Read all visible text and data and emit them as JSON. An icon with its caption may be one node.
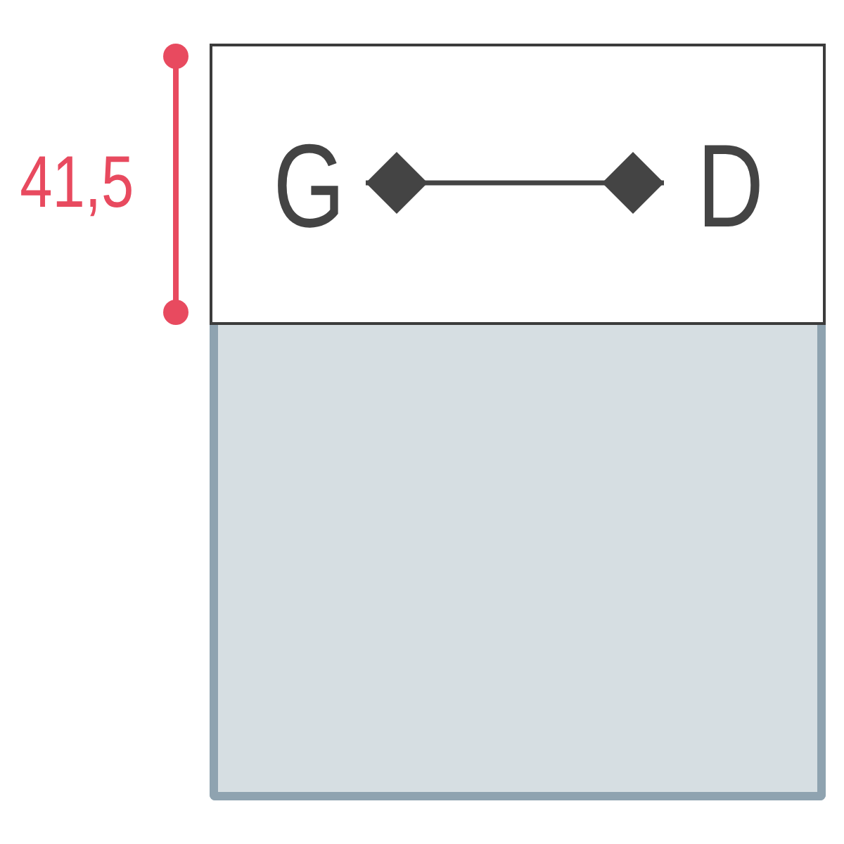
{
  "diagram": {
    "nodes": [
      {
        "text": [],
        "shape": "box"
      },
      {
        "text": [
          "G"
        ],
        "in": 0
      },
      {
        "text": [
          "D"
        ],
        "in": 0
      },
      {
        "text": [],
        "shape": "box"
      }
    ],
    "edges": [
      {
        "from": 1,
        "to": 2,
        "arrow": "other"
      }
    ],
    "labels": [
      "41,5"
    ]
  }
}
